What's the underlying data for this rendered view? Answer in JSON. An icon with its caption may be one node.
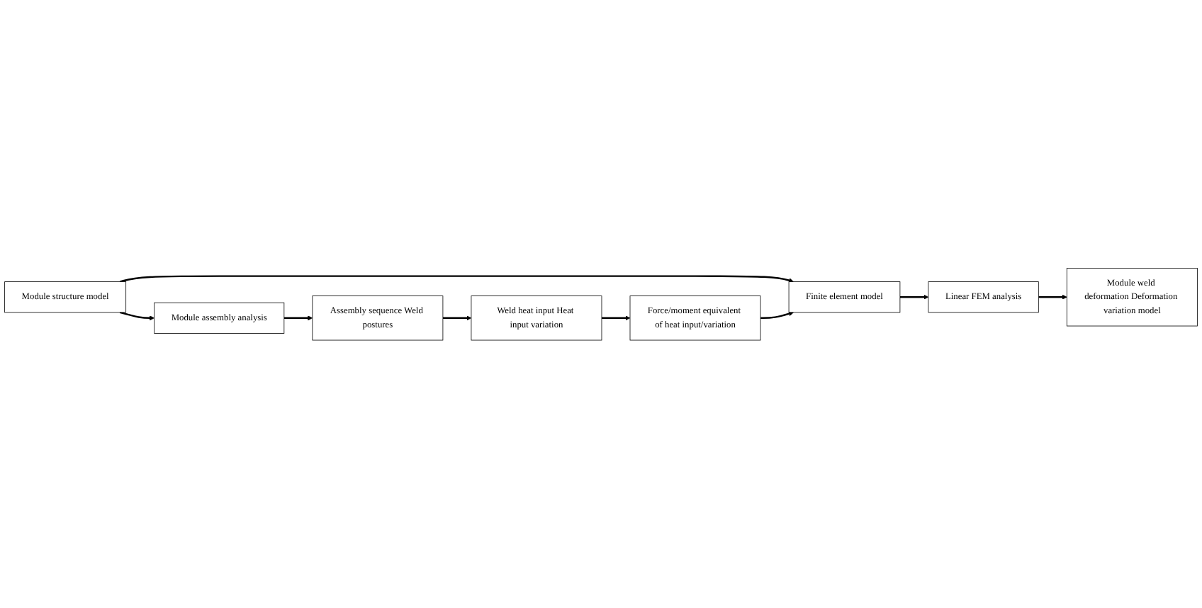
{
  "diagram": {
    "nodes": [
      {
        "text": [
          "Module structure model"
        ]
      },
      {
        "text": [
          "Module assembly analysis"
        ]
      },
      {
        "text": [
          "Assembly sequence Weld postures"
        ]
      },
      {
        "text": [
          "Finite element model"
        ]
      },
      {
        "text": [
          "Force/moment equivalent of heat input/variation"
        ]
      },
      {
        "text": [
          "Weld heat input Heat input variation"
        ]
      },
      {
        "text": [
          "Linear FEM analysis"
        ]
      },
      {
        "text": [
          "Module weld deformation Deformation variation model"
        ]
      }
    ],
    "edges": [
      {
        "from": 0,
        "to": 1,
        "arrow": "to"
      },
      {
        "from": 1,
        "to": 2,
        "arrow": "to"
      },
      {
        "from": 2,
        "to": 5,
        "arrow": "to"
      },
      {
        "from": 0,
        "to": 3,
        "arrow": "to"
      },
      {
        "from": 5,
        "to": 4,
        "arrow": "to"
      },
      {
        "from": 4,
        "to": 3,
        "arrow": "to"
      },
      {
        "from": 3,
        "to": 6,
        "arrow": "to"
      },
      {
        "from": 6,
        "to": 7,
        "arrow": "to"
      }
    ]
  }
}
